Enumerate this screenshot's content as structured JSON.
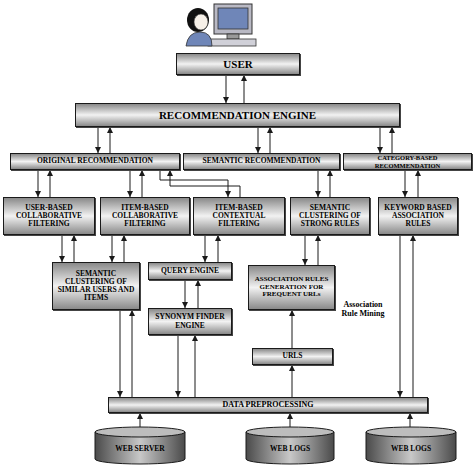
{
  "diagram": {
    "nodes": [
      {
        "text": [
          "USER"
        ]
      },
      {
        "text": [
          "RECOMMENDATION ENGINE"
        ]
      },
      {
        "text": [
          "ORIGINAL RECOMMENDATION"
        ]
      },
      {
        "text": [
          "SEMANTIC RECOMMENDATION"
        ]
      },
      {
        "text": [
          "CATEGORY-BASED RECOMMENDATION"
        ]
      },
      {
        "text": [
          "USER-BASED COLLABORATIVE FILTERING"
        ]
      },
      {
        "text": [
          "ITEM-BASED COLLABORATIVE FILTERING"
        ]
      },
      {
        "text": [
          "ITEM-BASED CONTEXTUAL FILTERING"
        ]
      },
      {
        "text": [
          "SEMANTIC CLUSTERING OF STRONG RULES"
        ]
      },
      {
        "text": [
          "KEYWORD BASED ASSOCIATION RULES"
        ]
      },
      {
        "text": [
          "SEMANTIC CLUSTERING OF SIMILAR USERS AND ITEMS"
        ]
      },
      {
        "text": [
          "QUERY ENGINE"
        ]
      },
      {
        "text": [
          "SYNONYM FINDER ENGINE"
        ]
      },
      {
        "text": [
          "ASSOCIATION RULES GENERATION FOR FREQUENT URLs"
        ]
      },
      {
        "text": [
          "URLS"
        ]
      },
      {
        "text": [
          "DATA PREPROCESSING"
        ]
      },
      {
        "text": [
          "WEB SERVER"
        ]
      },
      {
        "text": [
          "WEB LOGS"
        ]
      },
      {
        "text": [
          "WEB LOGS"
        ]
      }
    ],
    "edges": [
      {
        "from": 0,
        "to": 1,
        "arrow": "to"
      },
      {
        "from": 1,
        "to": 0,
        "arrow": "to"
      },
      {
        "from": 1,
        "to": 2,
        "arrow": "to"
      },
      {
        "from": 2,
        "to": 1,
        "arrow": "to"
      },
      {
        "from": 1,
        "to": 3,
        "arrow": "to"
      },
      {
        "from": 3,
        "to": 1,
        "arrow": "to"
      },
      {
        "from": 1,
        "to": 4,
        "arrow": "to"
      },
      {
        "from": 4,
        "to": 1,
        "arrow": "to"
      },
      {
        "from": 2,
        "to": 5,
        "arrow": "to"
      },
      {
        "from": 5,
        "to": 2,
        "arrow": "to"
      },
      {
        "from": 2,
        "to": 6,
        "arrow": "to"
      },
      {
        "from": 6,
        "to": 2,
        "arrow": "to"
      },
      {
        "from": 2,
        "to": 7,
        "arrow": "to"
      },
      {
        "from": 7,
        "to": 2,
        "arrow": "to"
      },
      {
        "from": 3,
        "to": 8,
        "arrow": "to"
      },
      {
        "from": 8,
        "to": 3,
        "arrow": "to"
      },
      {
        "from": 4,
        "to": 9,
        "arrow": "to"
      },
      {
        "from": 9,
        "to": 4,
        "arrow": "to"
      },
      {
        "from": 5,
        "to": 10,
        "arrow": "to"
      },
      {
        "from": 10,
        "to": 5,
        "arrow": "to"
      },
      {
        "from": 6,
        "to": 10,
        "arrow": "to"
      },
      {
        "from": 10,
        "to": 6,
        "arrow": "to"
      },
      {
        "from": 7,
        "to": 11,
        "arrow": "to"
      },
      {
        "from": 11,
        "to": 7,
        "arrow": "to"
      },
      {
        "from": 11,
        "to": 12,
        "arrow": "to"
      },
      {
        "from": 12,
        "to": 11,
        "arrow": "to"
      },
      {
        "from": 8,
        "to": 13,
        "arrow": "to"
      },
      {
        "from": 13,
        "to": 8,
        "arrow": "to"
      },
      {
        "from": 14,
        "to": 13,
        "arrow": "to"
      },
      {
        "from": 15,
        "to": 14,
        "arrow": "to"
      },
      {
        "from": 10,
        "to": 15,
        "arrow": "to"
      },
      {
        "from": 15,
        "to": 10,
        "arrow": "to"
      },
      {
        "from": 12,
        "to": 15,
        "arrow": "to"
      },
      {
        "from": 15,
        "to": 12,
        "arrow": "to"
      },
      {
        "from": 9,
        "to": 15,
        "arrow": "to"
      },
      {
        "from": 15,
        "to": 9,
        "arrow": "to"
      },
      {
        "from": 16,
        "to": 15,
        "arrow": "to"
      },
      {
        "from": 17,
        "to": 15,
        "arrow": "to"
      },
      {
        "from": 18,
        "to": 15,
        "arrow": "to"
      }
    ],
    "labels": [
      "Association Rule Mining"
    ]
  }
}
